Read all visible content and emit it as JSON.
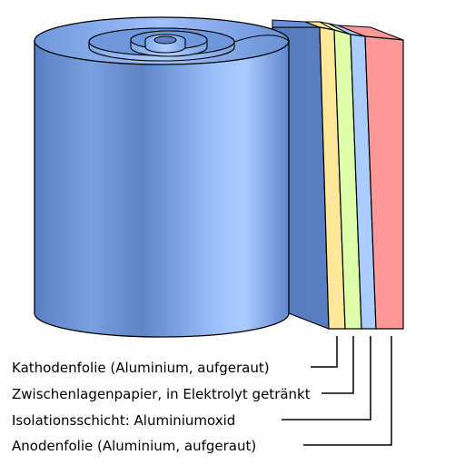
{
  "diagram": {
    "layers": [
      {
        "key": "cathode",
        "label": "Kathodenfolie (Aluminium, aufgeraut)",
        "color": "#ffe699"
      },
      {
        "key": "paper",
        "label": "Zwischenlagenpapier, in Elektrolyt getränkt",
        "color": "#ddffaa"
      },
      {
        "key": "oxide",
        "label": "Isolationsschicht: Aluminiumoxid",
        "color": "#aaccff"
      },
      {
        "key": "anode",
        "label": "Anodenfolie (Aluminium, aufgeraut)",
        "color": "#ff9999"
      }
    ],
    "colors": {
      "foil_light": "#a9c9ff",
      "foil_mid": "#7ea6e6",
      "foil_dark": "#5479bc",
      "outline": "#000000"
    }
  }
}
